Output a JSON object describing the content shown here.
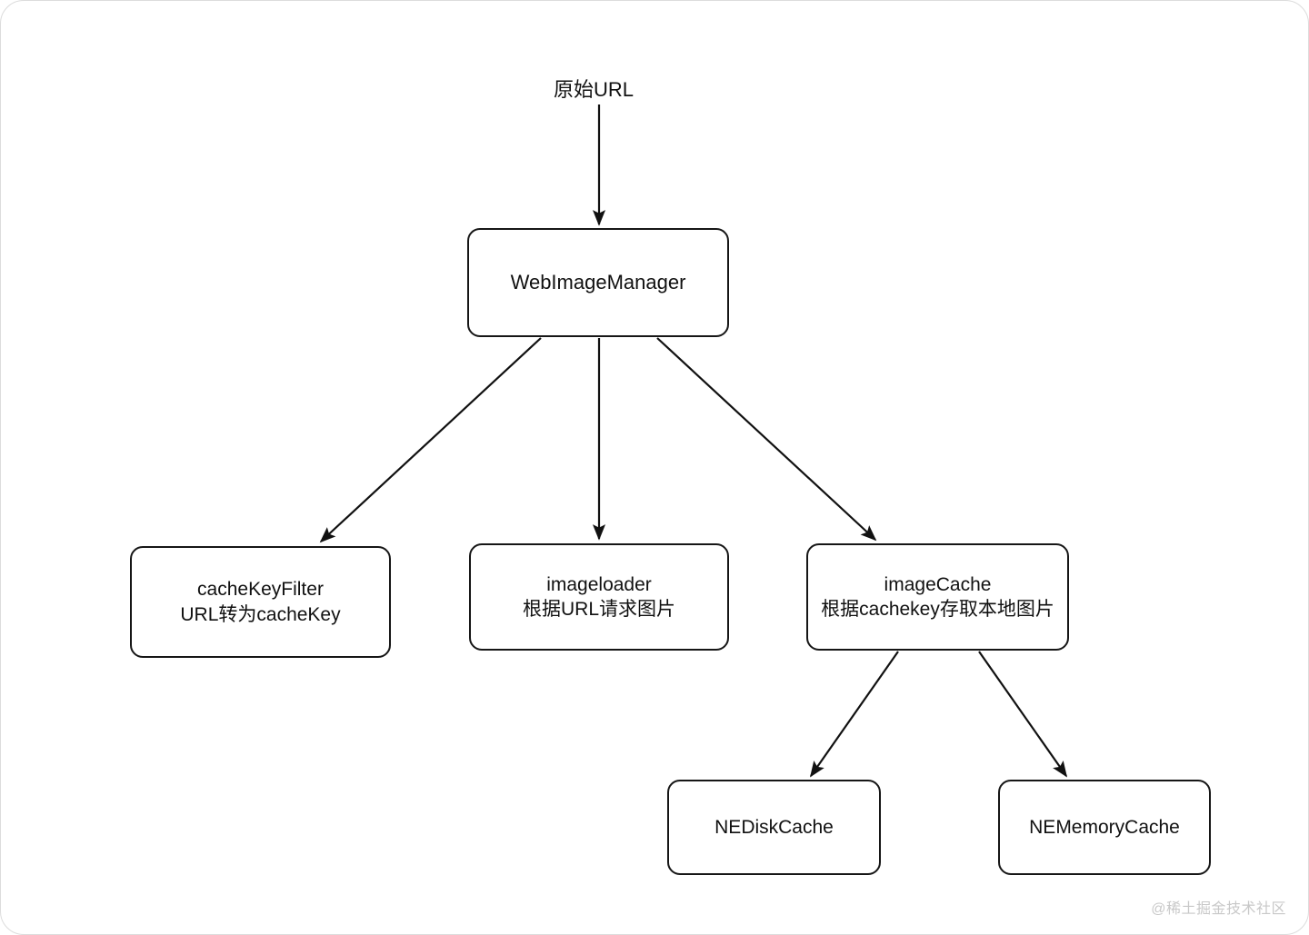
{
  "diagram": {
    "title_label": "原始URL",
    "watermark": "@稀土掘金技术社区",
    "stroke_color": "#161616",
    "background_color": "#ffffff",
    "watermark_color": "#c8c8c8",
    "nodes": {
      "root": {
        "line1": "WebImageManager"
      },
      "cache_key_filter": {
        "line1": "cacheKeyFilter",
        "line2": "URL转为cacheKey"
      },
      "image_loader": {
        "line1": "imageloader",
        "line2": "根据URL请求图片"
      },
      "image_cache": {
        "line1": "imageCache",
        "line2": "根据cachekey存取本地图片"
      },
      "disk_cache": {
        "line1": "NEDiskCache"
      },
      "memory_cache": {
        "line1": "NEMemoryCache"
      }
    },
    "edges": [
      {
        "from": "原始URL",
        "to": "WebImageManager"
      },
      {
        "from": "WebImageManager",
        "to": "cacheKeyFilter"
      },
      {
        "from": "WebImageManager",
        "to": "imageloader"
      },
      {
        "from": "WebImageManager",
        "to": "imageCache"
      },
      {
        "from": "imageCache",
        "to": "NEDiskCache"
      },
      {
        "from": "imageCache",
        "to": "NEMemoryCache"
      }
    ]
  }
}
